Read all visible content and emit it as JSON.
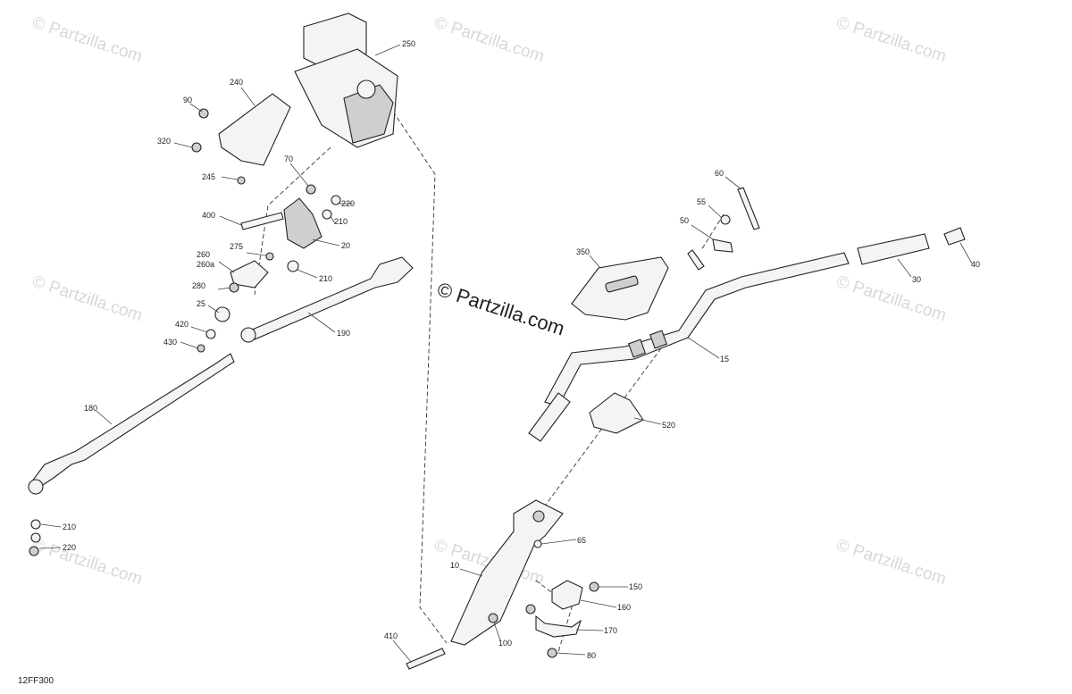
{
  "diagram": {
    "code": "12FF300",
    "watermark": "© Partzilla.com",
    "center_watermark": "© Partzilla.com",
    "labels": [
      "250",
      "240",
      "90",
      "320",
      "245",
      "70",
      "220",
      "400",
      "210",
      "20",
      "275",
      "260",
      "260a",
      "280",
      "25",
      "420",
      "430",
      "210",
      "190",
      "180",
      "210",
      "220",
      "60",
      "55",
      "50",
      "350",
      "40",
      "30",
      "15",
      "520",
      "65",
      "10",
      "150",
      "160",
      "170",
      "410",
      "100",
      "80"
    ]
  }
}
